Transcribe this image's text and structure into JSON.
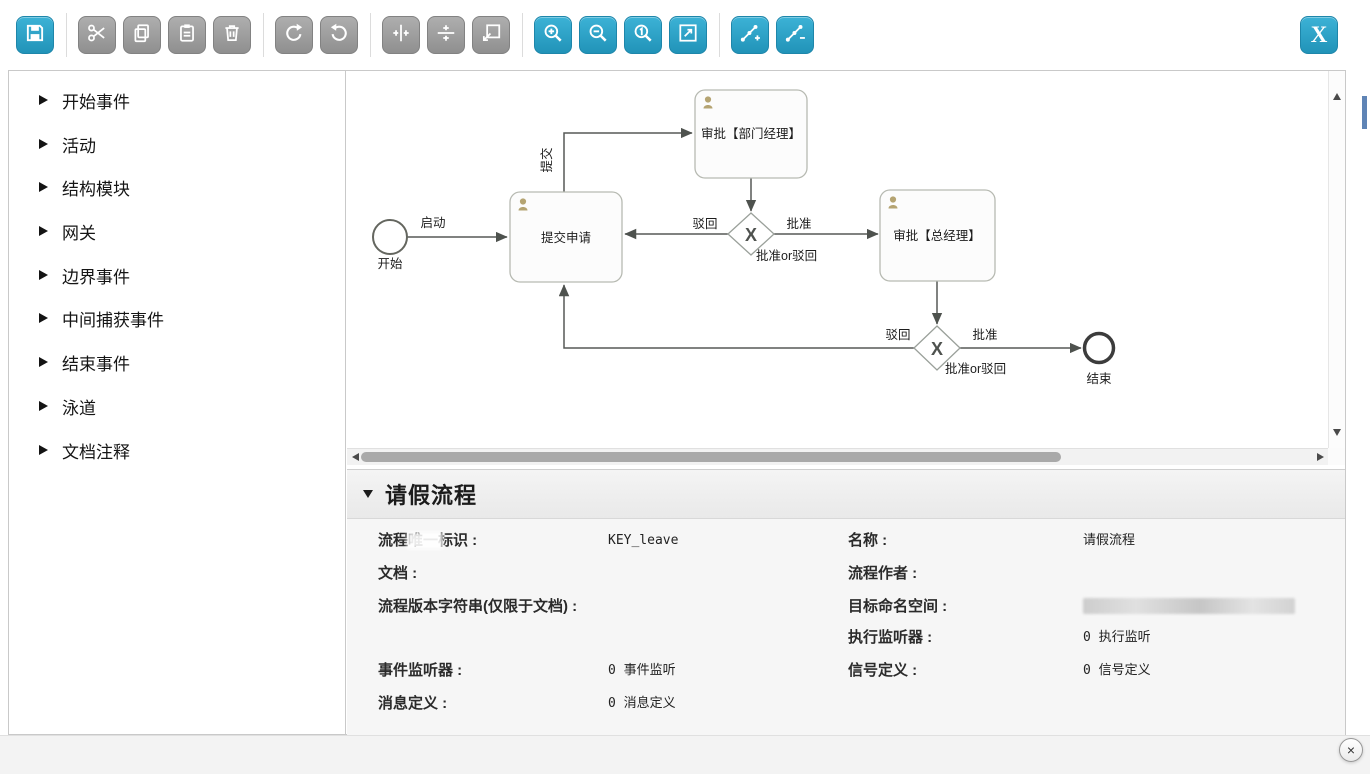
{
  "toolbar": {
    "xml_button_label": "X",
    "buttons": [
      {
        "id": "save",
        "icon": "floppy-icon",
        "enabled": true
      },
      {
        "id": "cut",
        "icon": "scissors-icon",
        "enabled": false
      },
      {
        "id": "copy",
        "icon": "copy-icon",
        "enabled": false
      },
      {
        "id": "paste",
        "icon": "paste-icon",
        "enabled": false
      },
      {
        "id": "delete",
        "icon": "trash-icon",
        "enabled": false
      },
      {
        "id": "redo",
        "icon": "redo-arrow-icon",
        "enabled": false
      },
      {
        "id": "undo",
        "icon": "undo-arrow-icon",
        "enabled": false
      },
      {
        "id": "align-horizontal",
        "icon": "align-horizontal-icon",
        "enabled": false
      },
      {
        "id": "align-vertical",
        "icon": "align-vertical-icon",
        "enabled": false
      },
      {
        "id": "same-size",
        "icon": "same-size-icon",
        "enabled": false
      },
      {
        "id": "zoom-in",
        "icon": "zoom-in-icon",
        "enabled": true
      },
      {
        "id": "zoom-out",
        "icon": "zoom-out-icon",
        "enabled": true
      },
      {
        "id": "zoom-actual",
        "icon": "zoom-actual-icon",
        "enabled": true
      },
      {
        "id": "zoom-fit",
        "icon": "zoom-fit-icon",
        "enabled": true
      },
      {
        "id": "add-bendpoint",
        "icon": "add-bendpoint-icon",
        "enabled": true
      },
      {
        "id": "remove-bendpoint",
        "icon": "remove-bendpoint-icon",
        "enabled": true
      }
    ]
  },
  "palette": {
    "items": [
      {
        "label": "开始事件"
      },
      {
        "label": "活动"
      },
      {
        "label": "结构模块"
      },
      {
        "label": "网关"
      },
      {
        "label": "边界事件"
      },
      {
        "label": "中间捕获事件"
      },
      {
        "label": "结束事件"
      },
      {
        "label": "泳道"
      },
      {
        "label": "文档注释"
      }
    ]
  },
  "diagram": {
    "start_label": "开始",
    "end_label": "结束",
    "tasks": {
      "submit": "提交申请",
      "dept_manager": "审批【部门经理】",
      "general_manager": "审批【总经理】"
    },
    "flows": {
      "start": "启动",
      "submit": "提交",
      "reject1": "驳回",
      "approve1": "批准",
      "reject2": "驳回",
      "approve2": "批准"
    },
    "gateways": {
      "g1": "批准or驳回",
      "g2": "批准or驳回",
      "x": "X"
    }
  },
  "panel": {
    "title": "请假流程",
    "left_fields": [
      {
        "label": "流程唯一标识 :",
        "value": "KEY_leave"
      },
      {
        "label": "文档 :",
        "value": ""
      },
      {
        "label": "流程版本字符串(仅限于文档) :",
        "value": ""
      },
      {
        "label": "事件监听器 :",
        "value": "0 事件监听"
      },
      {
        "label": "消息定义 :",
        "value": "0 消息定义"
      }
    ],
    "right_fields": [
      {
        "label": "名称 :",
        "value": "请假流程"
      },
      {
        "label": "流程作者 :",
        "value": ""
      },
      {
        "label": "目标命名空间 :",
        "value": ""
      },
      {
        "label": "执行监听器 :",
        "value": "0 执行监听"
      },
      {
        "label": "信号定义 :",
        "value": "0 信号定义"
      }
    ]
  },
  "window": {
    "close_label": "×"
  },
  "colors": {
    "toolbar_teal": "#2aa2c6",
    "toolbar_gray": "#9e9e9e",
    "edge": "#565956",
    "user_icon": "#b5a472"
  }
}
